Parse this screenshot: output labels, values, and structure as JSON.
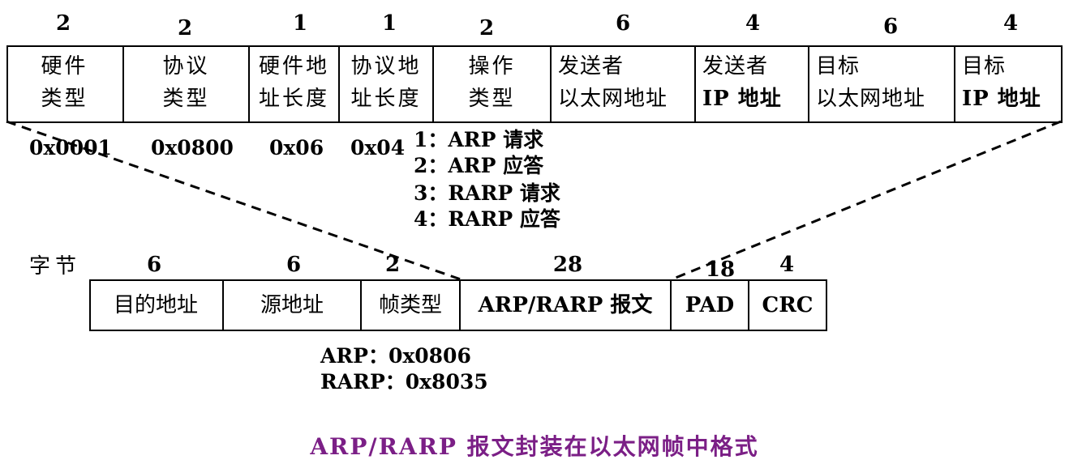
{
  "arp_packet": {
    "byte_counts": [
      "2",
      "2",
      "1",
      "1",
      "2",
      "6",
      "4",
      "6",
      "4"
    ],
    "fields": [
      {
        "line1": "硬件",
        "line2": "类型"
      },
      {
        "line1": "协议",
        "line2": "类型"
      },
      {
        "line1": "硬件地",
        "line2": "址长度"
      },
      {
        "line1": "协议地",
        "line2": "址长度"
      },
      {
        "line1": "操作",
        "line2": "类型"
      },
      {
        "line1": "发送者",
        "line2": "以太网地址"
      },
      {
        "line1": "发送者",
        "line2": "IP 地址"
      },
      {
        "line1": "目标",
        "line2": "以太网地址"
      },
      {
        "line1": "目标",
        "line2": "IP 地址"
      }
    ],
    "values": [
      "0x0001",
      "0x0800",
      "0x06",
      "0x04"
    ],
    "operations": [
      "1：ARP 请求",
      "2：ARP 应答",
      "3：RARP 请求",
      "4：RARP 应答"
    ]
  },
  "ethernet_frame": {
    "bytes_label": "字节",
    "byte_counts": [
      "6",
      "6",
      "2",
      "28",
      "18",
      "4"
    ],
    "fields": [
      "目的地址",
      "源地址",
      "帧类型",
      "ARP/RARP 报文",
      "PAD",
      "CRC"
    ],
    "frame_types": [
      "ARP：0x0806",
      "RARP：0x8035"
    ]
  },
  "caption": "ARP/RARP 报文封装在以太网帧中格式",
  "colors": {
    "caption": "#7b1f86",
    "lines": "#000000"
  }
}
